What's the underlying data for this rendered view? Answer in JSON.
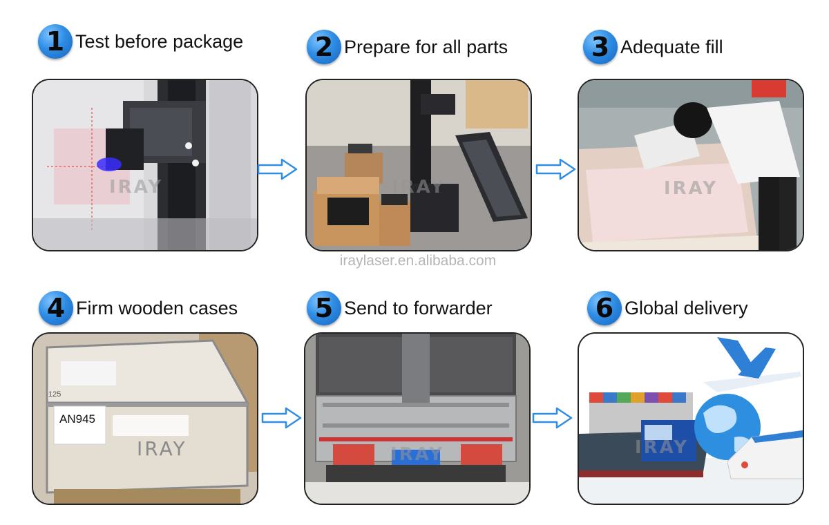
{
  "steps": [
    {
      "number": "1",
      "title": "Test before package"
    },
    {
      "number": "2",
      "title": "Prepare for all parts"
    },
    {
      "number": "3",
      "title": "Adequate fill"
    },
    {
      "number": "4",
      "title": "Firm wooden cases"
    },
    {
      "number": "5",
      "title": "Send to forwarder"
    },
    {
      "number": "6",
      "title": "Global delivery"
    }
  ],
  "brand": "IRAY",
  "website": "iraylaser.en.alibaba.com",
  "case_label": "AN945",
  "case_number": "125",
  "colors": {
    "badge_blue": "#1e7ad6",
    "arrow_blue": "#2f8de4",
    "laser_blue": "#3b2bff",
    "laser_red": "#e03030"
  },
  "icons": {
    "arrow": "right-arrow-outline",
    "globe": "globe"
  }
}
